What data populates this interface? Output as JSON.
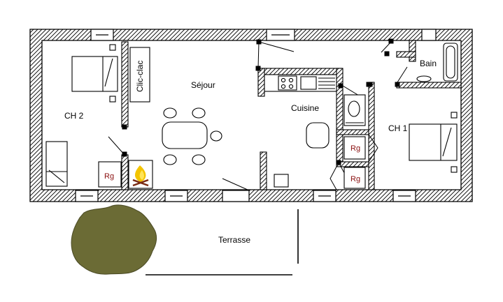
{
  "rooms": {
    "sejour": "Séjour",
    "cuisine": "Cuisine",
    "bain": "Bain",
    "ch1": "CH 1",
    "ch2": "CH 2",
    "terrasse": "Terrasse"
  },
  "furniture": {
    "clic_clac": "Clic-clac",
    "rg": "Rg"
  },
  "colors": {
    "wall_hatch": "#000000",
    "tree": "#6b6b35",
    "fire": "#f3c400",
    "rg_text": "#8a0f0f"
  },
  "icons": [
    "tree-icon",
    "fireplace-icon",
    "stove-icon",
    "sink-icon"
  ]
}
